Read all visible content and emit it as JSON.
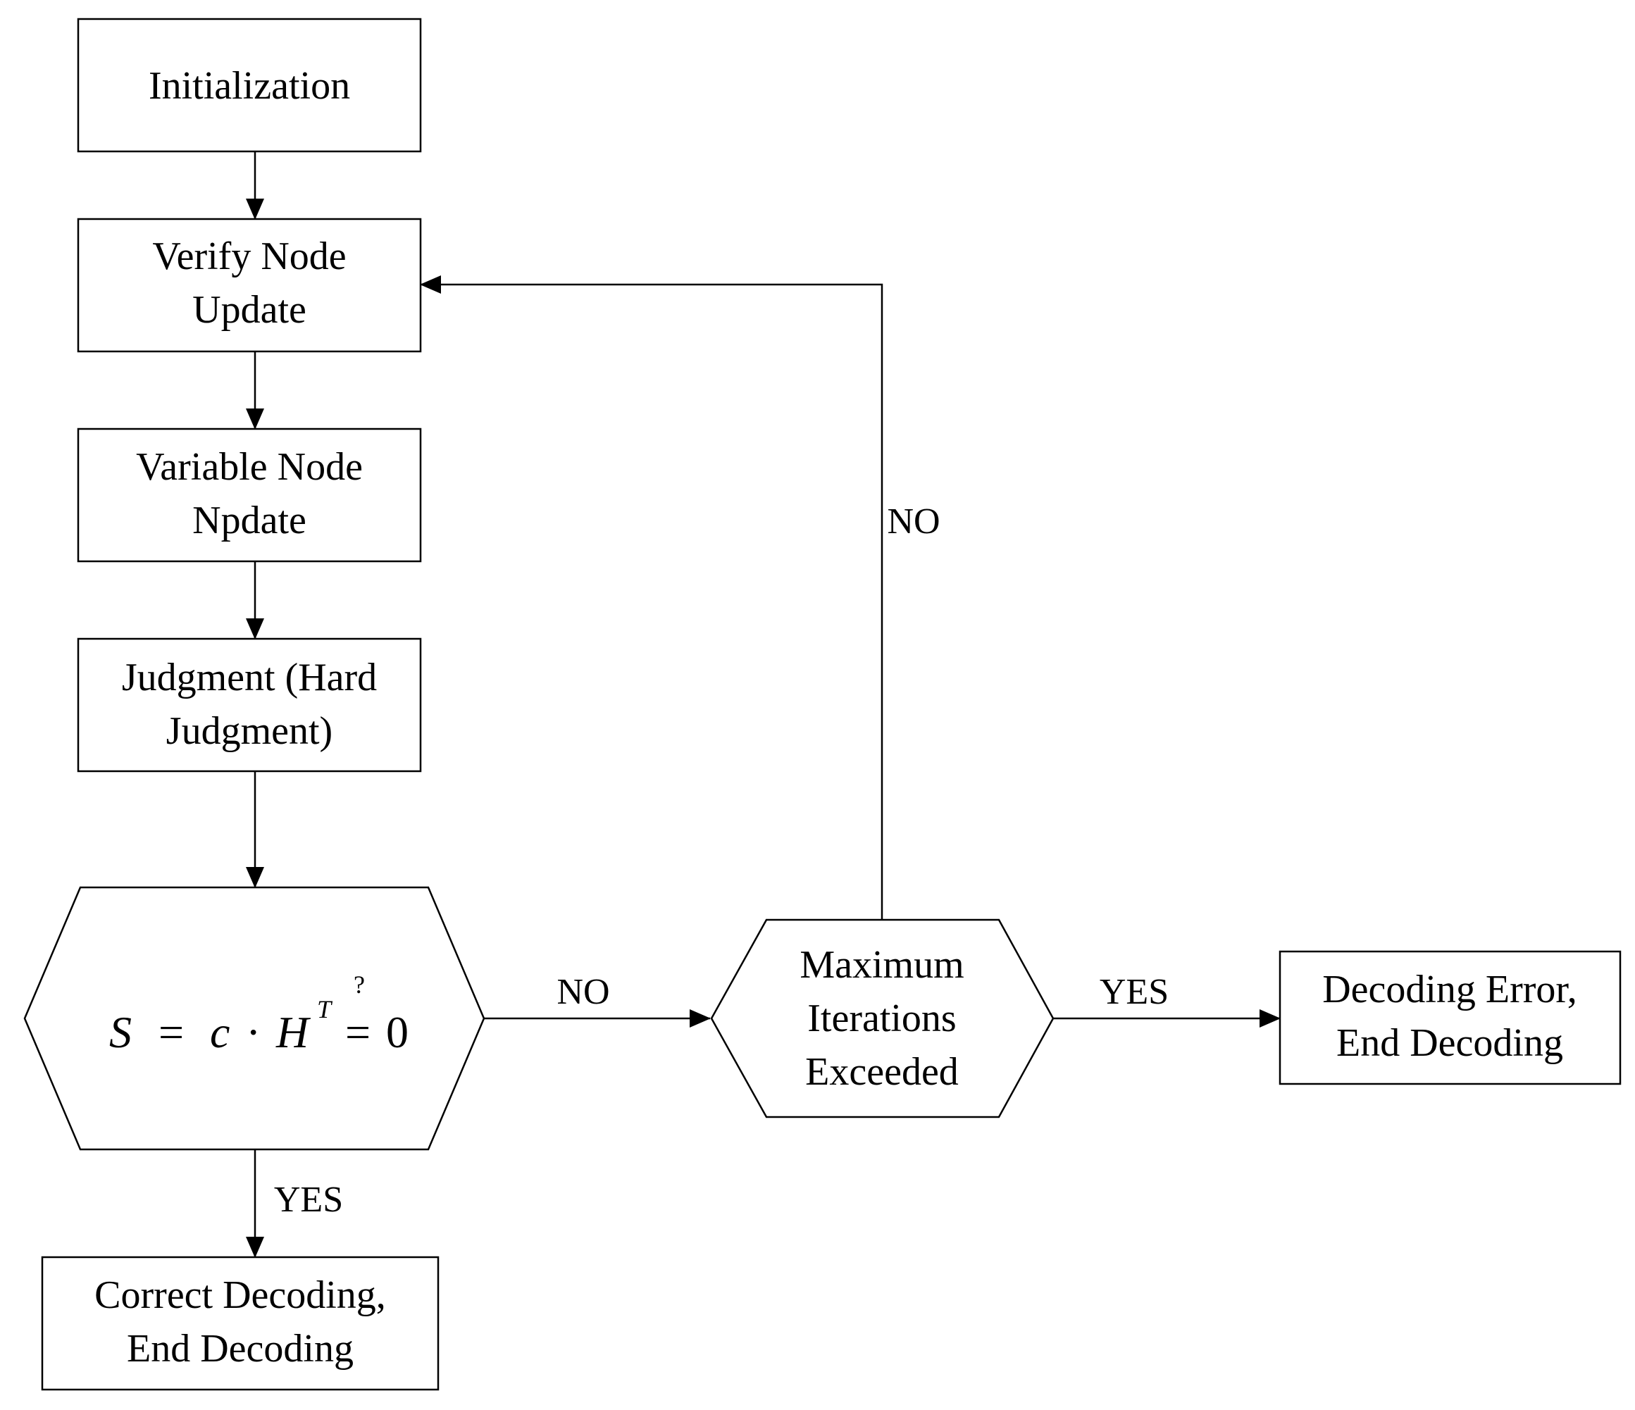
{
  "diagram": {
    "nodes": {
      "initialization": {
        "lines": [
          "Initialization"
        ]
      },
      "verify_node_update": {
        "lines": [
          "Verify Node",
          "Update"
        ]
      },
      "variable_node_update": {
        "lines": [
          "Variable Node",
          "Npdate"
        ]
      },
      "judgment": {
        "lines": [
          "Judgment (Hard",
          "Judgment)"
        ]
      },
      "syndrome_check": {
        "formula": {
          "s": "S",
          "eq1": "=",
          "c": "c",
          "dot": "·",
          "h": "H",
          "sup": "T",
          "question": "?",
          "eq2": "=",
          "zero": "0"
        }
      },
      "max_iterations": {
        "lines": [
          "Maximum",
          "Iterations",
          "Exceeded"
        ]
      },
      "decoding_error": {
        "lines": [
          "Decoding Error,",
          "End Decoding"
        ]
      },
      "correct_decoding": {
        "lines": [
          "Correct Decoding,",
          "End Decoding"
        ]
      }
    },
    "edge_labels": {
      "check_no": "NO",
      "check_yes": "YES",
      "max_no": "NO",
      "max_yes": "YES"
    },
    "colors": {
      "stroke": "#000000",
      "background": "#ffffff"
    }
  }
}
